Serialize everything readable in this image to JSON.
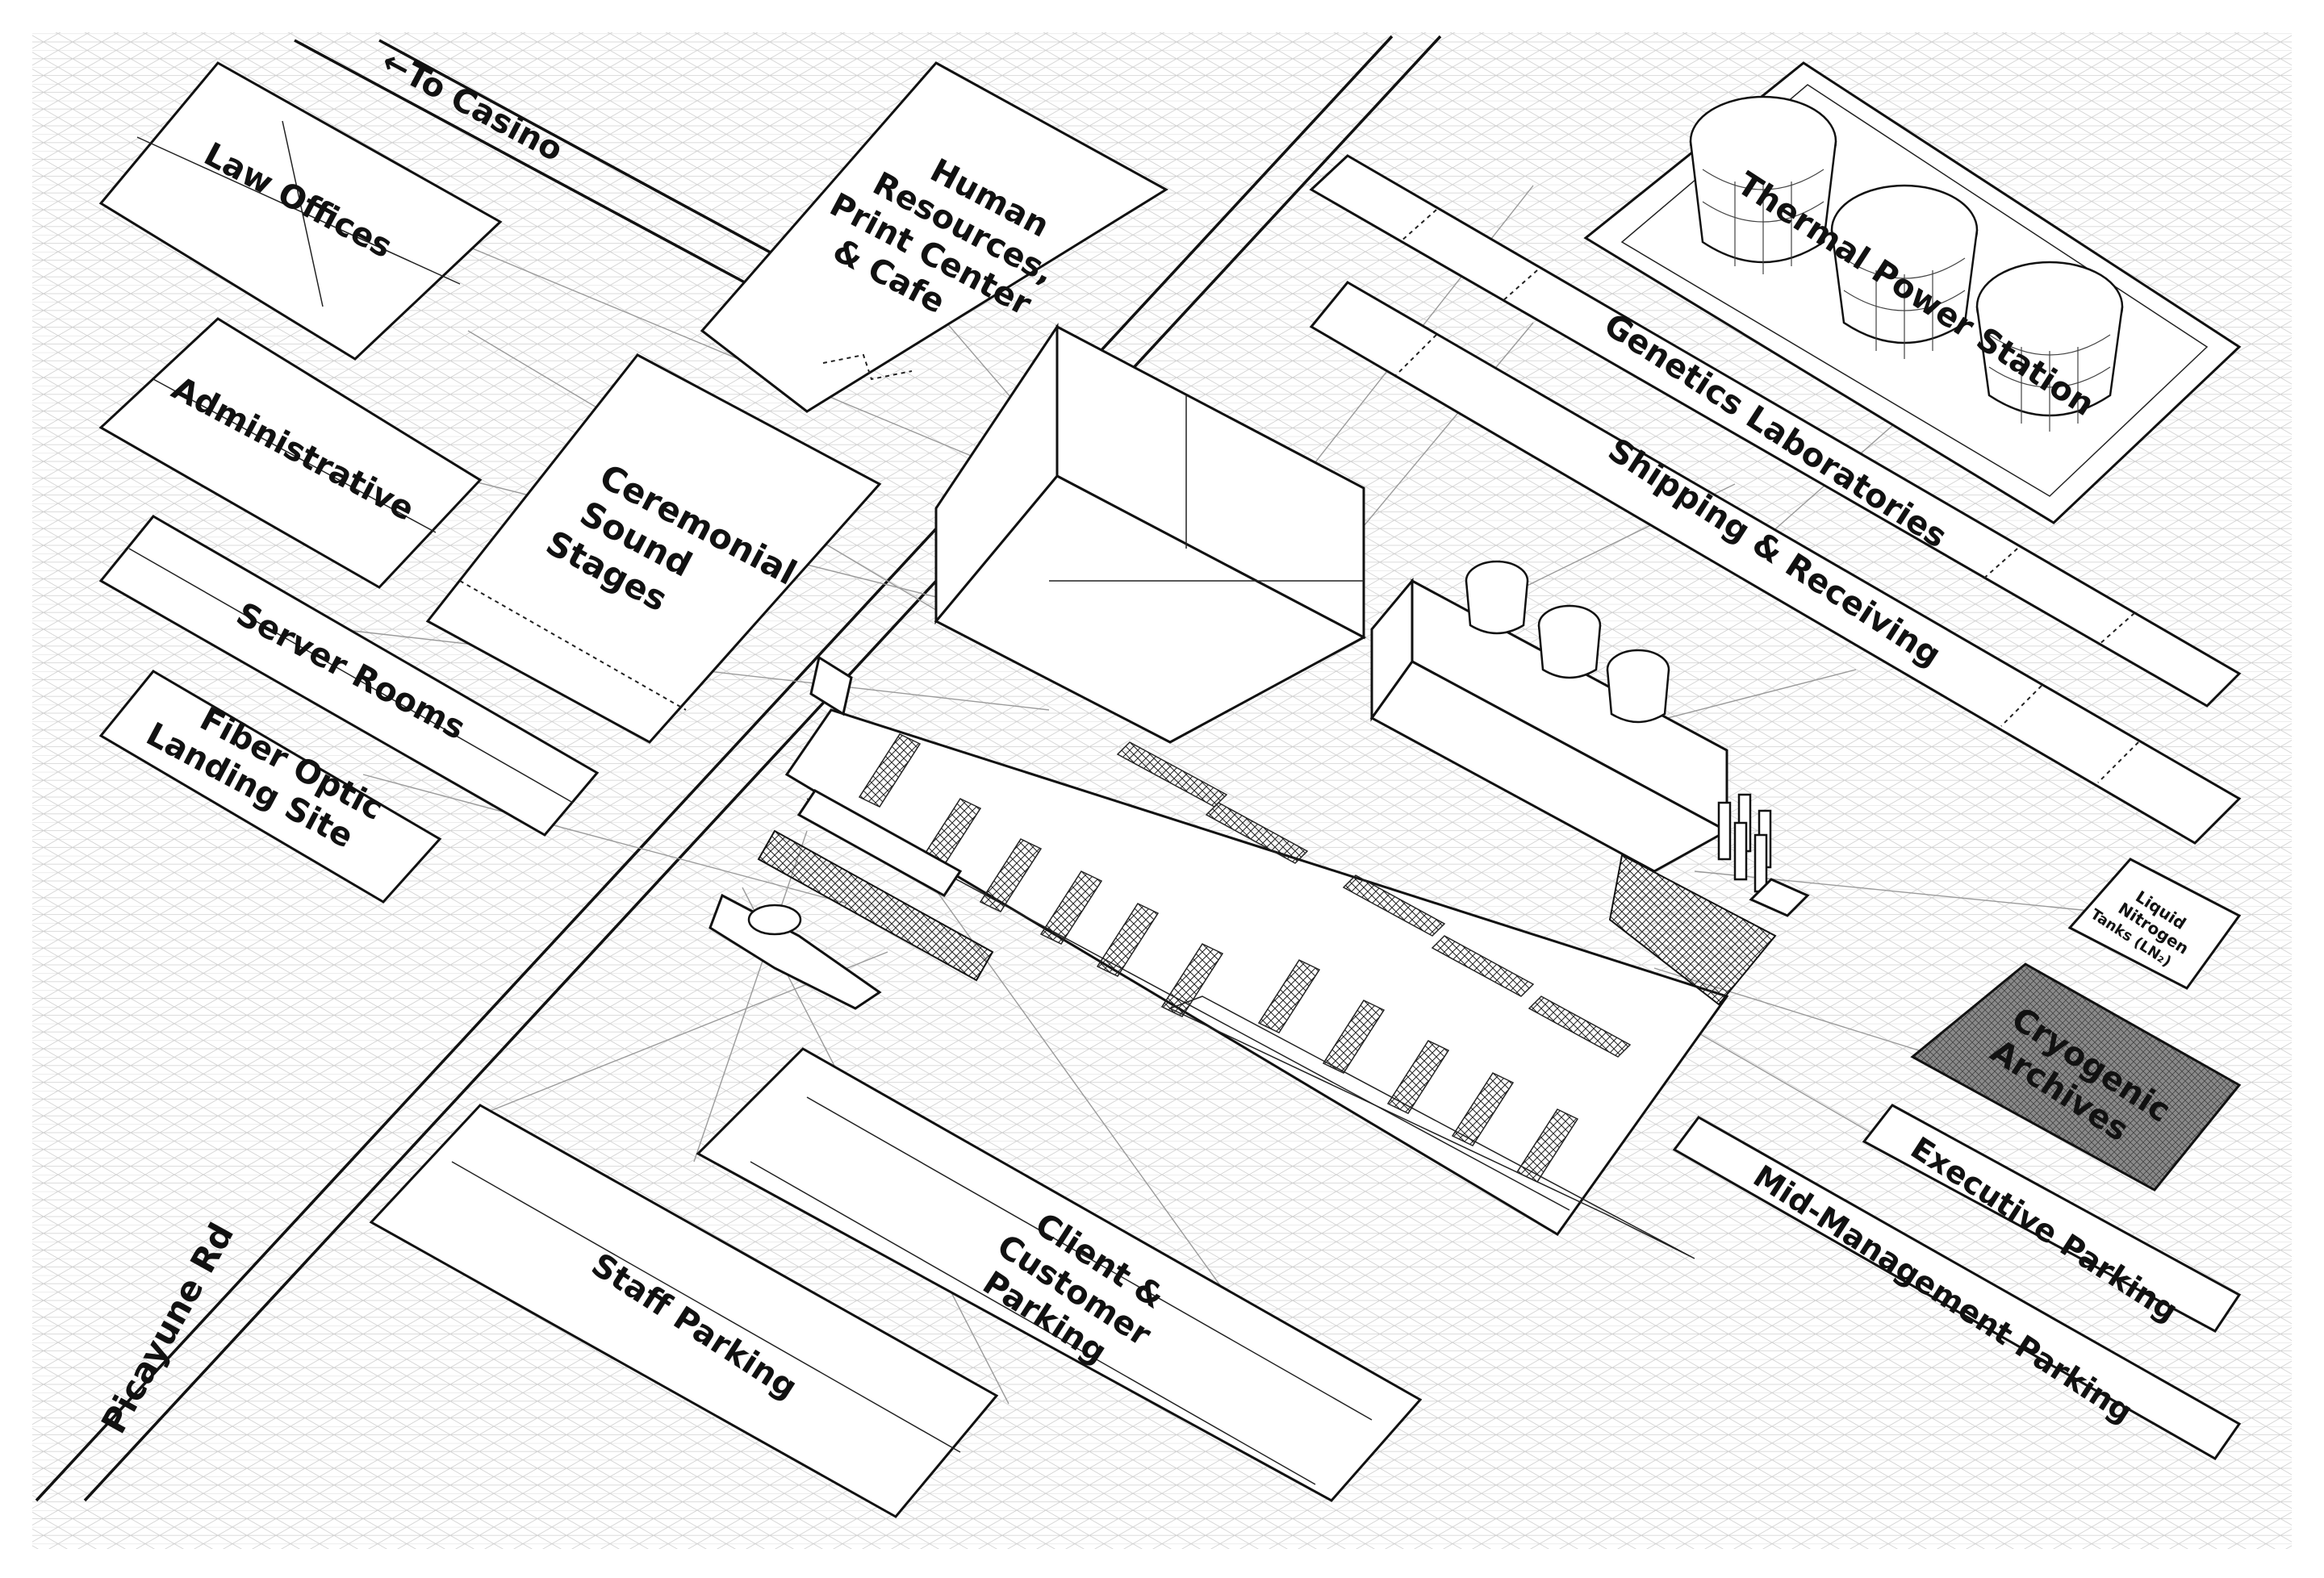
{
  "roads": {
    "main": "Picayune Rd",
    "casino": "←To Casino"
  },
  "zones": {
    "law_offices": "Law Offices",
    "human_resources": [
      "Human",
      "Resources,",
      "Print Center",
      "& Cafe"
    ],
    "administrative": "Administrative",
    "ceremonial": [
      "Ceremonial",
      "Sound",
      "Stages"
    ],
    "server_rooms": "Server Rooms",
    "fiber_optic": [
      "Fiber Optic",
      "Landing Site"
    ],
    "thermal": "Thermal Power Station",
    "genetics": "Genetics Laboratories",
    "shipping": "Shipping & Receiving",
    "liquid_nitrogen": [
      "Liquid",
      "Nitrogen",
      "Tanks (LN₂)"
    ],
    "cryogenic": [
      "Cryogenic",
      "Archives"
    ],
    "executive_parking": "Executive Parking",
    "mid_management_parking": "Mid-Management Parking",
    "client_parking": [
      "Client &",
      "Customer",
      "Parking"
    ],
    "staff_parking": "Staff Parking"
  }
}
